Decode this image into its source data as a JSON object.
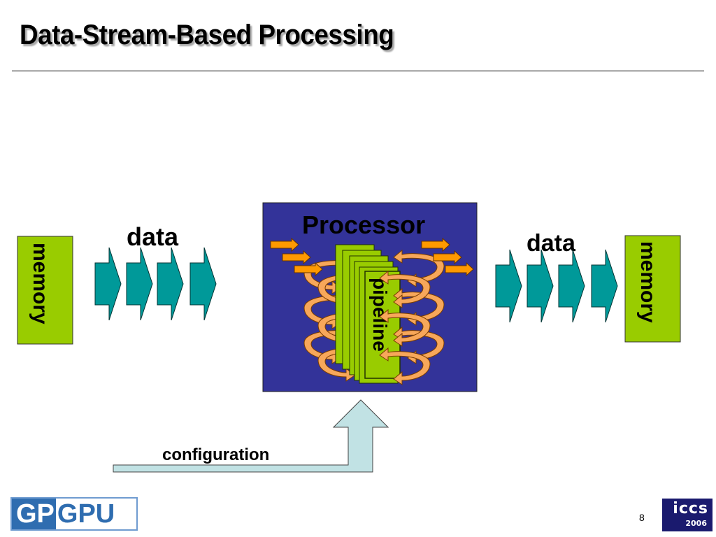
{
  "slide": {
    "title": "Data-Stream-Based Processing",
    "page_number": "8"
  },
  "diagram": {
    "left_memory_label": "memory",
    "right_memory_label": "memory",
    "input_data_label": "data",
    "output_data_label": "data",
    "processor_label": "Processor",
    "pipeline_label": "pipeline",
    "configuration_label": "configuration",
    "colors": {
      "memory_fill": "#99cc00",
      "data_arrow_fill": "#009999",
      "processor_fill": "#333399",
      "pipeline_fill": "#99cc00",
      "swirl_arrow_fill": "#ff9933",
      "configuration_arrow_fill": "#c1e2e4"
    }
  },
  "footer": {
    "left_logo_part1": "GP",
    "left_logo_part2": "GPU",
    "right_logo_text": "iccs",
    "right_logo_year": "2006"
  }
}
